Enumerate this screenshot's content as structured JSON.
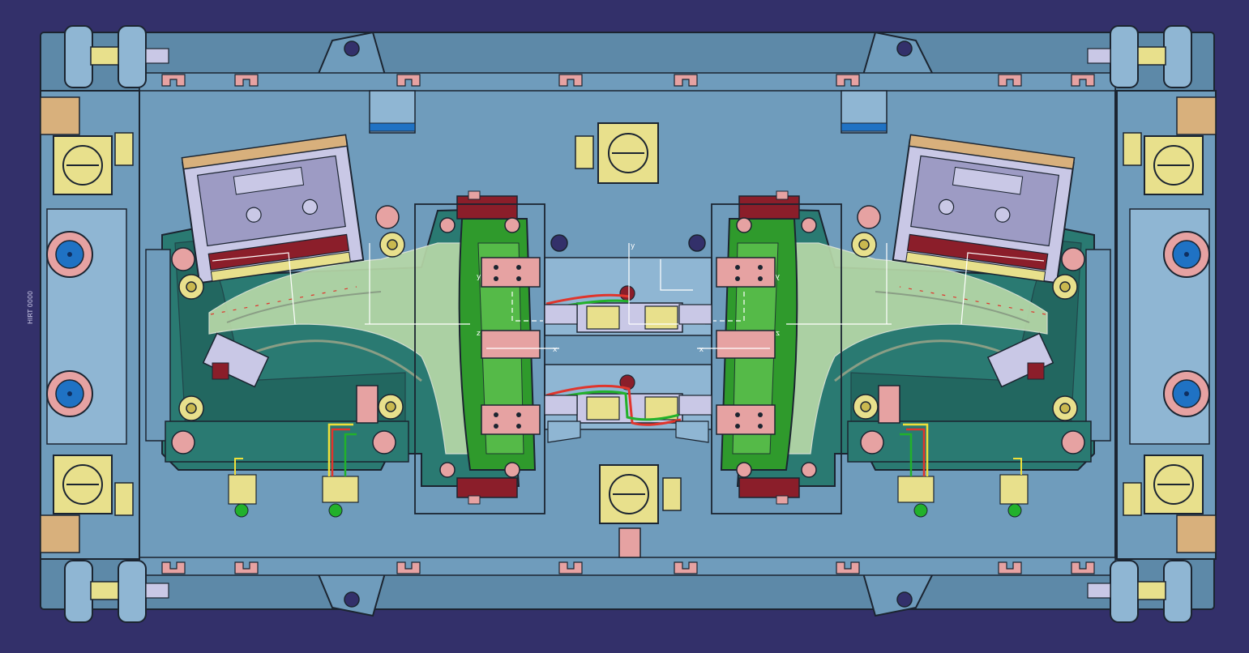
{
  "viewer": {
    "background": "#33306a",
    "mirrored_halves": true
  },
  "colors": {
    "plate": "#6f9cbc",
    "plate_light": "#8fb6d3",
    "frame": "#5d89a8",
    "outline": "#1b2430",
    "block_teal": "#2a7a72",
    "block_teal_dark": "#1d5b55",
    "locator_green": "#2f9a2c",
    "locator_green_light": "#5fc24f",
    "pink": "#e6a2a2",
    "pink_dark": "#c77878",
    "yellow": "#e8e08c",
    "yellow_dark": "#c9b84f",
    "blue_pin": "#1f72c4",
    "lavender": "#c9c8e6",
    "lavender_dark": "#9d9bc4",
    "maroon": "#8b1e2a",
    "tan": "#d8b07c",
    "part_mesh": "#b7d8a8",
    "wire_red": "#e0352c",
    "wire_green": "#22b12b",
    "wire_yellow": "#f0e03a",
    "axis_white": "#ffffff"
  },
  "icons": {
    "clamp_bolt": "bolt-circle-icon",
    "locating_pin": "locating-pin-icon",
    "axis_triad": "axis-triad-icon"
  },
  "axis_labels": {
    "x": "x",
    "y": "y",
    "z": "z"
  },
  "side_text": "HIRT 0000"
}
